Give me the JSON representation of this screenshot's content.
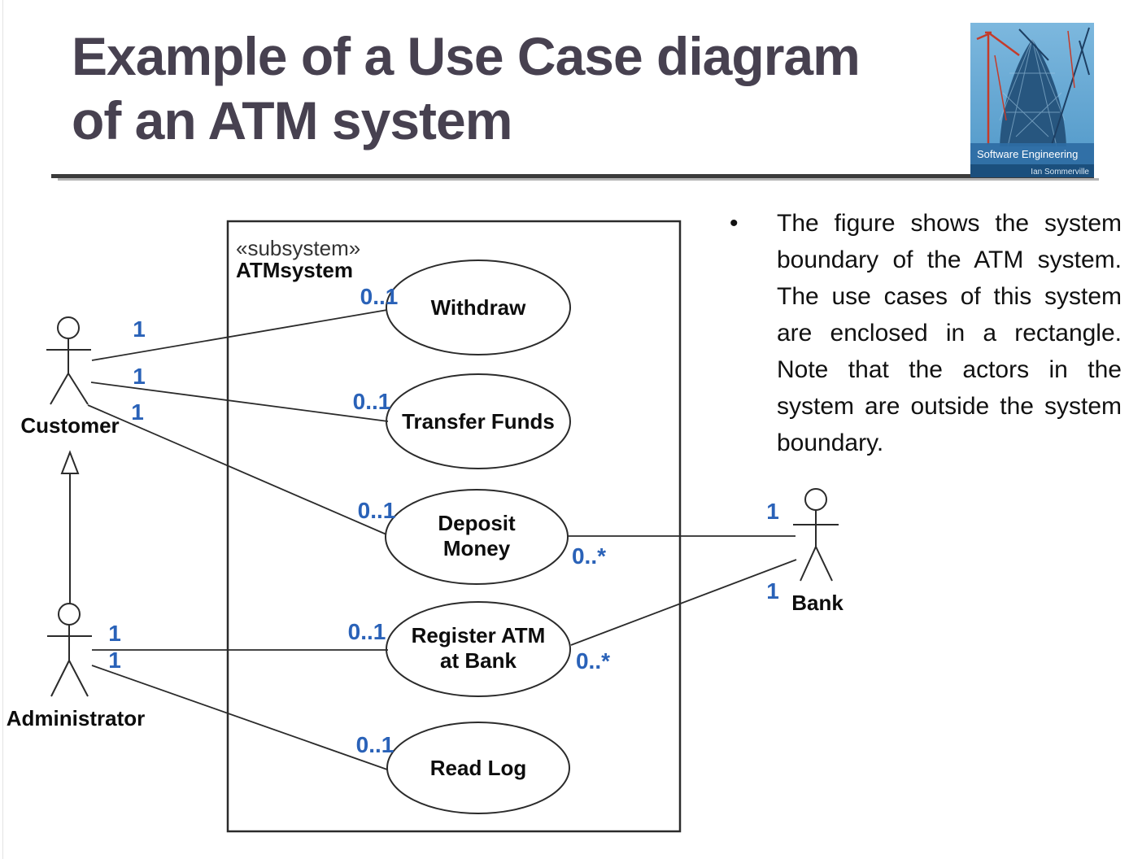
{
  "slide": {
    "title": {
      "line1": "Example of a Use Case diagram",
      "line2": "of an ATM system"
    },
    "logo": {
      "title": "Software Engineering",
      "author": "Ian Sommerville"
    },
    "bullet": {
      "glyph": "•",
      "text": "The figure shows the system boundary of the ATM system. The use cases of this system are enclosed in a rectangle. Note that the actors in the system are outside the system boundary."
    }
  },
  "diagram": {
    "subsystem": {
      "stereotype": "«subsystem»",
      "name": "ATMsystem"
    },
    "use_cases": [
      {
        "id": "withdraw",
        "lines": [
          "Withdraw"
        ]
      },
      {
        "id": "transfer-funds",
        "lines": [
          "Transfer Funds"
        ]
      },
      {
        "id": "deposit-money",
        "lines": [
          "Deposit",
          "Money"
        ]
      },
      {
        "id": "register-atm-at-bank",
        "lines": [
          "Register ATM",
          "at Bank"
        ]
      },
      {
        "id": "read-log",
        "lines": [
          "Read Log"
        ]
      }
    ],
    "actors": [
      {
        "id": "customer",
        "label": "Customer"
      },
      {
        "id": "administrator",
        "label": "Administrator"
      },
      {
        "id": "bank",
        "label": "Bank"
      }
    ],
    "multiplicities": {
      "customer_withdraw": "1",
      "customer_transfer": "1",
      "customer_deposit": "1",
      "withdraw_left": "0..1",
      "transfer_left": "0..1",
      "deposit_left": "0..1",
      "deposit_right": "0..*",
      "admin_register": "1",
      "admin_readlog": "1",
      "register_left": "0..1",
      "register_right": "0..*",
      "readlog_left": "0..1",
      "bank_deposit": "1",
      "bank_register": "1"
    }
  },
  "colors": {
    "title_text": "#474150",
    "multiplicity_text": "#2a62b8",
    "diagram_stroke": "#2b2b2b",
    "logo_sky": "#6aaed6",
    "logo_band": "#2e6da4"
  }
}
